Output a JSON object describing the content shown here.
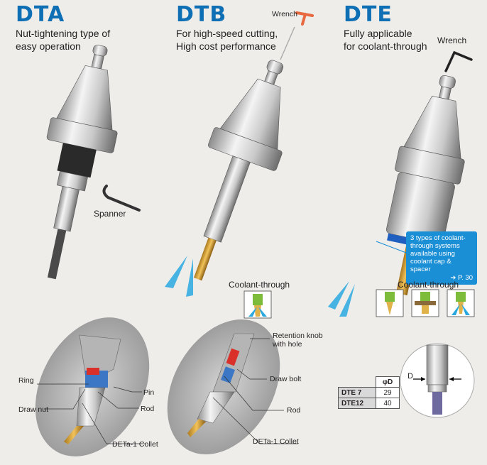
{
  "dta": {
    "model": "DTA",
    "desc_line1": "Nut-tightening type of",
    "desc_line2": "easy operation",
    "spanner_label": "Spanner"
  },
  "dtb": {
    "model": "DTB",
    "desc_line1": "For high-speed cutting,",
    "desc_line2": "High cost performance",
    "wrench_label": "Wrench",
    "coolant_label": "Coolant-through"
  },
  "dte": {
    "model": "DTE",
    "desc_line1": "Fully applicable",
    "desc_line2": "for coolant-through",
    "wrench_label": "Wrench",
    "coolant_label": "Coolant-through",
    "callout_line1": "3 types of coolant-",
    "callout_line2": "through systems",
    "callout_line3": "available using",
    "callout_line4": "coolant cap & spacer",
    "callout_ref": "P. 30"
  },
  "section_a": {
    "ring": "Ring",
    "pin": "Pin",
    "draw_nut": "Draw nut",
    "rod": "Rod",
    "collet": "DETa-1 Collet"
  },
  "section_b": {
    "retention_line1": "Retention knob",
    "retention_line2": "with hole",
    "draw_bolt": "Draw bolt",
    "rod": "Rod",
    "collet": "DETa-1 Collet"
  },
  "diameter_table": {
    "header": "φD",
    "rows": [
      {
        "name": "DTE 7",
        "value": "29"
      },
      {
        "name": "DTE12",
        "value": "40"
      }
    ],
    "d_label": "D"
  },
  "colors": {
    "model_blue": "#0e6fb4",
    "callout_blue": "#1b8fd6",
    "wrench_orange": "#e8683f",
    "coolant_blue": "#29a8e0"
  }
}
